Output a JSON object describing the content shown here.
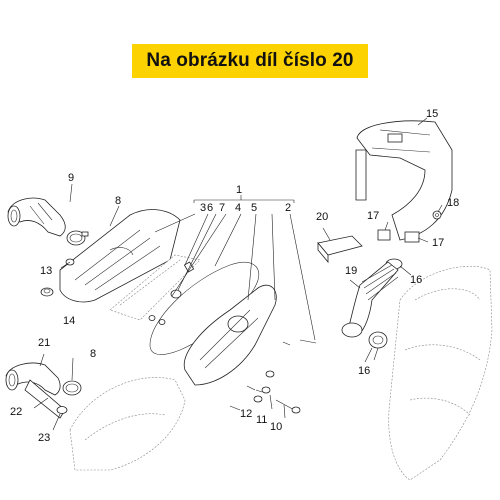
{
  "banner": {
    "text": "Na obrázku díl číslo 20",
    "color": "#fcd200"
  },
  "callouts": {
    "c1": "1",
    "c2": "2",
    "c3": "3",
    "c4": "4",
    "c5": "5",
    "c6": "6",
    "c7": "7",
    "c8a": "8",
    "c8b": "8",
    "c9": "9",
    "c10": "10",
    "c11": "11",
    "c12": "12",
    "c13": "13",
    "c14": "14",
    "c15": "15",
    "c16a": "16",
    "c16b": "16",
    "c17a": "17",
    "c17b": "17",
    "c18": "18",
    "c19": "19",
    "c20": "20",
    "c21": "21",
    "c22": "22",
    "c23": "23"
  }
}
